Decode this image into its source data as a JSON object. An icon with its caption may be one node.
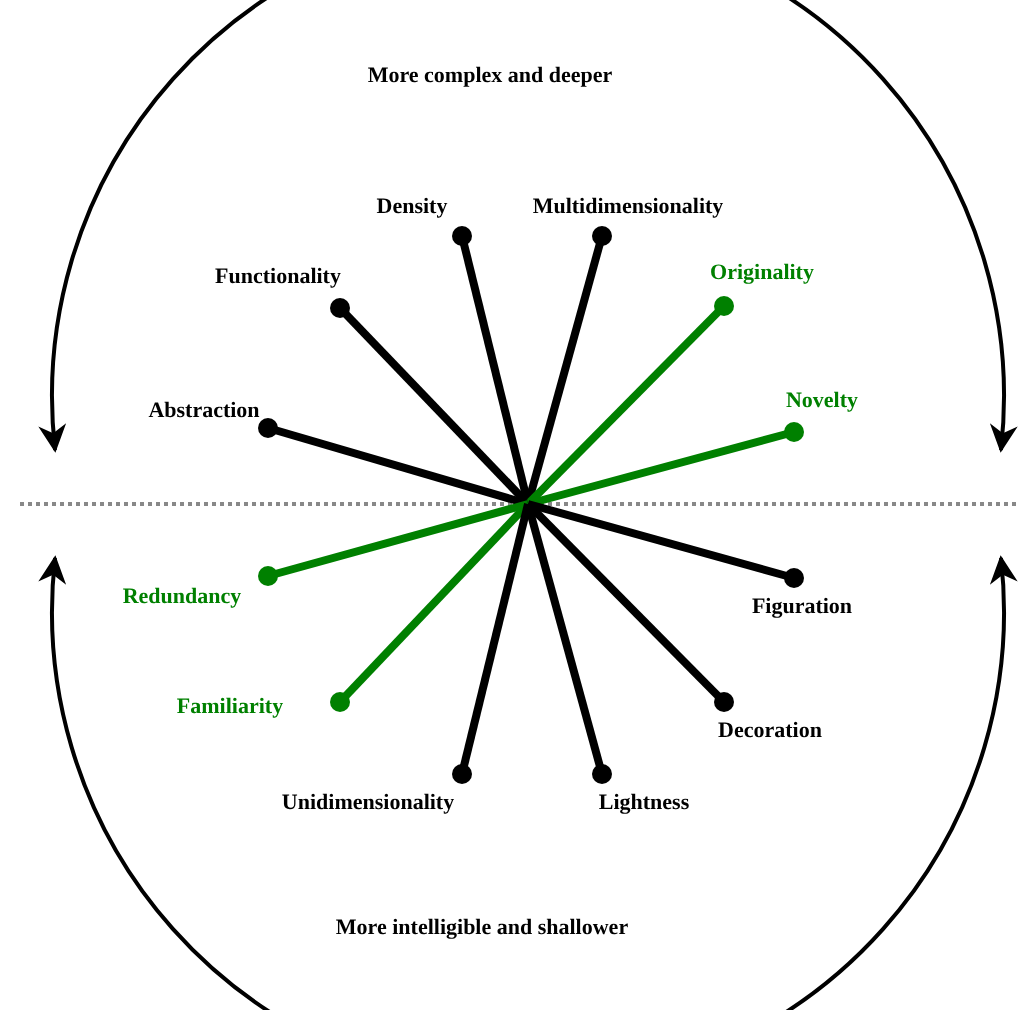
{
  "diagram": {
    "nodes": [
      {
        "text": [
          "Density"
        ]
      },
      {
        "text": [
          "Multidimensionality"
        ]
      },
      {
        "text": [
          "Functionality"
        ]
      },
      {
        "text": [
          "Originality"
        ]
      },
      {
        "text": [
          "Abstraction"
        ]
      },
      {
        "text": [
          "Novelty"
        ]
      },
      {
        "text": [
          "Redundancy"
        ]
      },
      {
        "text": [
          "Figuration"
        ]
      },
      {
        "text": [
          "Familiarity"
        ]
      },
      {
        "text": [
          "Decoration"
        ]
      },
      {
        "text": [
          "Unidimensionality"
        ]
      },
      {
        "text": [
          "Lightness"
        ]
      }
    ],
    "edges": [
      {
        "from": null,
        "to": 0,
        "arrow": "other"
      },
      {
        "from": null,
        "to": 1,
        "arrow": "other"
      },
      {
        "from": null,
        "to": 2,
        "arrow": "other"
      },
      {
        "from": null,
        "to": 3,
        "arrow": "other",
        "color": "#008000"
      },
      {
        "from": null,
        "to": 4,
        "arrow": "other"
      },
      {
        "from": null,
        "to": 5,
        "arrow": "other",
        "color": "#008000"
      },
      {
        "from": null,
        "to": 6,
        "arrow": "other",
        "color": "#008000"
      },
      {
        "from": null,
        "to": 7,
        "arrow": "other"
      },
      {
        "from": null,
        "to": 8,
        "arrow": "other",
        "color": "#008000"
      },
      {
        "from": null,
        "to": 9,
        "arrow": "other"
      },
      {
        "from": null,
        "to": 10,
        "arrow": "other"
      },
      {
        "from": null,
        "to": 11,
        "arrow": "other"
      }
    ],
    "labels": [
      "More complex and deeper",
      "More intelligible and shallower"
    ]
  }
}
